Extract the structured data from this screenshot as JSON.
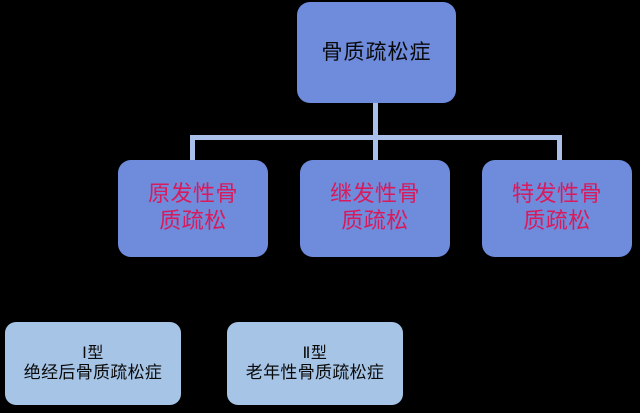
{
  "diagram": {
    "title_text": "骨质疏松症",
    "background_color": "#000000",
    "connector_color": "#A8C0EA",
    "primary_node_color": "#6E8BDC",
    "secondary_node_color": "#A6C4E6",
    "primary_label_color": "#0A0A0A",
    "branch_label_color": "#D91A5C",
    "root": {
      "label": "骨质疏松症"
    },
    "branches": [
      {
        "label": "原发性骨\n质疏松",
        "line1": "原发性骨",
        "line2": "质疏松"
      },
      {
        "label": "继发性骨\n质疏松",
        "line1": "继发性骨",
        "line2": "质疏松"
      },
      {
        "label": "特发性骨\n质疏松",
        "line1": "特发性骨",
        "line2": "质疏松"
      }
    ],
    "subtypes": [
      {
        "type_label": "Ⅰ型",
        "name_label": "绝经后骨质疏松症"
      },
      {
        "type_label": "Ⅱ型",
        "name_label": "老年性骨质疏松症"
      }
    ]
  }
}
